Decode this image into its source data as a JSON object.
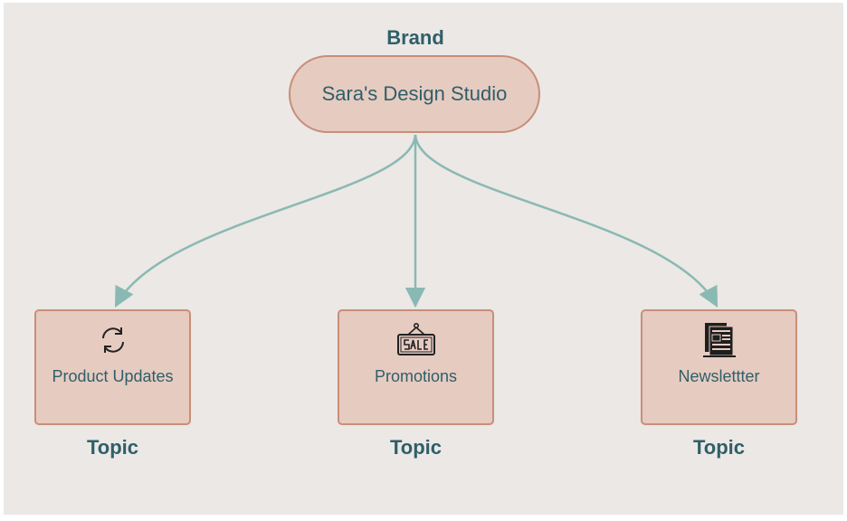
{
  "root": {
    "label": "Brand",
    "text": "Sara's Design Studio"
  },
  "topics": [
    {
      "text": "Product Updates",
      "label": "Topic",
      "icon": "refresh-icon"
    },
    {
      "text": "Promotions",
      "label": "Topic",
      "icon": "sale-sign-icon"
    },
    {
      "text": "Newslettter",
      "label": "Topic",
      "icon": "newspaper-icon"
    }
  ],
  "colors": {
    "background": "#ebe8e5",
    "node_fill": "#e6cbc1",
    "node_border": "#c98e77",
    "text": "#2f5f69",
    "connector": "#8ab9b3"
  }
}
